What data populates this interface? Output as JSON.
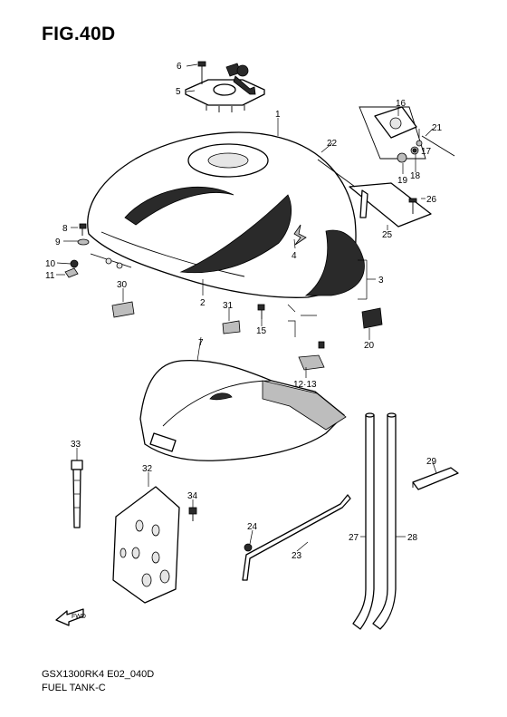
{
  "figure": {
    "title": "FIG.40D",
    "model_code": "GSX1300RK4 E02_040D",
    "section_name": "FUEL TANK-C",
    "fwd_label": "FWD"
  },
  "callouts": [
    {
      "id": "c1",
      "label": "1"
    },
    {
      "id": "c2",
      "label": "2"
    },
    {
      "id": "c3",
      "label": "3"
    },
    {
      "id": "c4",
      "label": "4"
    },
    {
      "id": "c5",
      "label": "5"
    },
    {
      "id": "c6",
      "label": "6"
    },
    {
      "id": "c7",
      "label": "7"
    },
    {
      "id": "c8",
      "label": "8"
    },
    {
      "id": "c9",
      "label": "9"
    },
    {
      "id": "c10",
      "label": "10"
    },
    {
      "id": "c11",
      "label": "11"
    },
    {
      "id": "c12",
      "label": "12·13"
    },
    {
      "id": "c15",
      "label": "15"
    },
    {
      "id": "c16",
      "label": "16"
    },
    {
      "id": "c17",
      "label": "17"
    },
    {
      "id": "c18",
      "label": "18"
    },
    {
      "id": "c19",
      "label": "19"
    },
    {
      "id": "c20",
      "label": "20"
    },
    {
      "id": "c21",
      "label": "21"
    },
    {
      "id": "c22",
      "label": "22"
    },
    {
      "id": "c23",
      "label": "23"
    },
    {
      "id": "c24",
      "label": "24"
    },
    {
      "id": "c25",
      "label": "25"
    },
    {
      "id": "c26",
      "label": "26"
    },
    {
      "id": "c27",
      "label": "27"
    },
    {
      "id": "c28",
      "label": "28"
    },
    {
      "id": "c29",
      "label": "29"
    },
    {
      "id": "c30",
      "label": "30"
    },
    {
      "id": "c31",
      "label": "31"
    },
    {
      "id": "c32",
      "label": "32"
    },
    {
      "id": "c33",
      "label": "33"
    },
    {
      "id": "c34",
      "label": "34"
    }
  ]
}
